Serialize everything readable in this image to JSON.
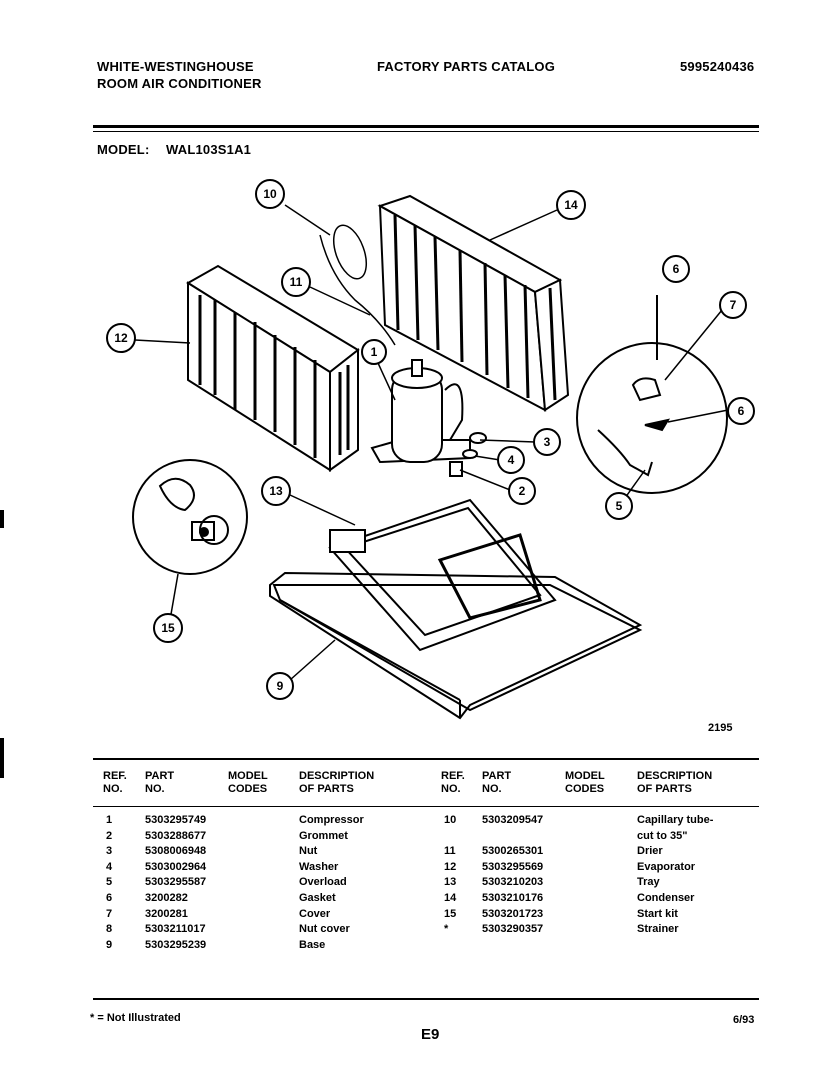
{
  "header": {
    "brand": "WHITE-WESTINGHOUSE",
    "product": "ROOM AIR CONDITIONER",
    "catalog_title": "FACTORY PARTS CATALOG",
    "catalog_number": "5995240436",
    "model_label": "MODEL:",
    "model_value": "WAL103S1A1"
  },
  "diagram": {
    "drawing_number": "2195",
    "callouts": [
      "10",
      "14",
      "11",
      "12",
      "1",
      "6",
      "7",
      "6",
      "3",
      "4",
      "2",
      "5",
      "13",
      "15",
      "9"
    ]
  },
  "table": {
    "headers": {
      "ref": [
        "REF.",
        "NO."
      ],
      "part": [
        "PART",
        "NO."
      ],
      "model": [
        "MODEL",
        "CODES"
      ],
      "desc": [
        "DESCRIPTION",
        "OF PARTS"
      ]
    },
    "left_rows": [
      {
        "ref": "1",
        "part": "5303295749",
        "codes": "",
        "desc": "Compressor"
      },
      {
        "ref": "2",
        "part": "5303288677",
        "codes": "",
        "desc": "Grommet"
      },
      {
        "ref": "3",
        "part": "5308006948",
        "codes": "",
        "desc": "Nut"
      },
      {
        "ref": "4",
        "part": "5303002964",
        "codes": "",
        "desc": "Washer"
      },
      {
        "ref": "5",
        "part": "5303295587",
        "codes": "",
        "desc": "Overload"
      },
      {
        "ref": "6",
        "part": "3200282",
        "codes": "",
        "desc": "Gasket"
      },
      {
        "ref": "7",
        "part": "3200281",
        "codes": "",
        "desc": "Cover"
      },
      {
        "ref": "8",
        "part": "5303211017",
        "codes": "",
        "desc": "Nut cover"
      },
      {
        "ref": "9",
        "part": "5303295239",
        "codes": "",
        "desc": "Base"
      }
    ],
    "right_rows": [
      {
        "ref": "10",
        "part": "5303209547",
        "codes": "",
        "desc": "Capillary tube-"
      },
      {
        "ref": "",
        "part": "",
        "codes": "",
        "desc": "cut to 35\""
      },
      {
        "ref": "11",
        "part": "5300265301",
        "codes": "",
        "desc": "Drier"
      },
      {
        "ref": "12",
        "part": "5303295569",
        "codes": "",
        "desc": "Evaporator"
      },
      {
        "ref": "13",
        "part": "5303210203",
        "codes": "",
        "desc": "Tray"
      },
      {
        "ref": "14",
        "part": "5303210176",
        "codes": "",
        "desc": "Condenser"
      },
      {
        "ref": "15",
        "part": "5303201723",
        "codes": "",
        "desc": "Start kit"
      },
      {
        "ref": "*",
        "part": "5303290357",
        "codes": "",
        "desc": "Strainer"
      }
    ]
  },
  "footer": {
    "note": "* = Not Illustrated",
    "page": "E9",
    "date": "6/93"
  }
}
